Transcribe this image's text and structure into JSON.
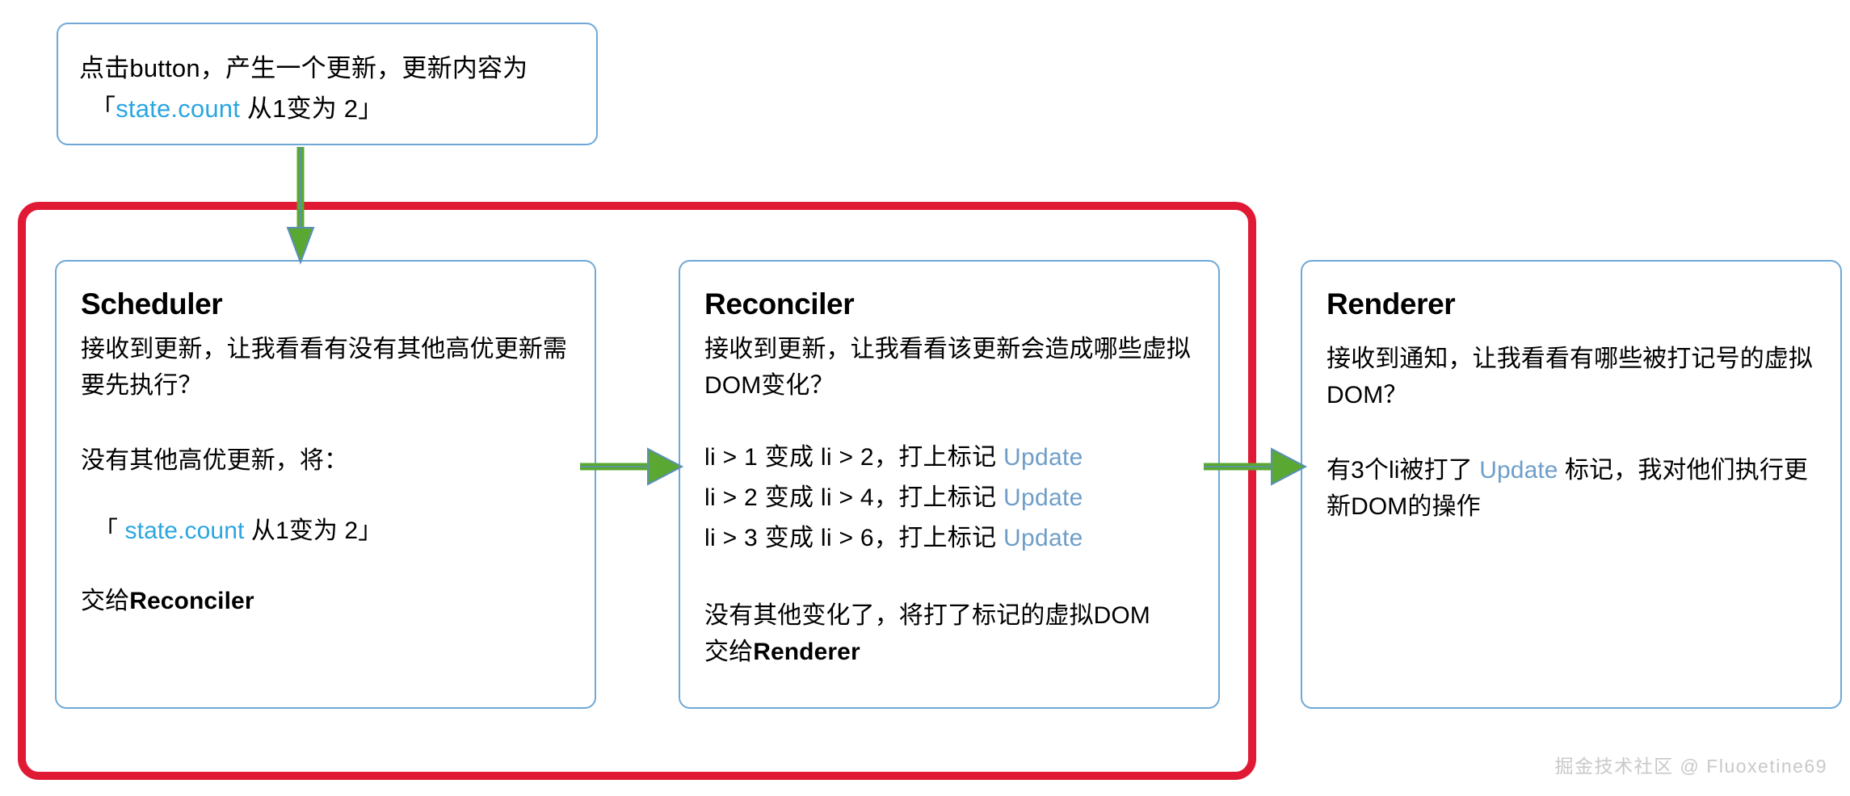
{
  "colors": {
    "card_border": "#6fa8d6",
    "group_border": "#e01934",
    "arrow_fill": "#5aa832",
    "arrow_stroke": "#5b8fb9",
    "code_highlight": "#2ba6e0",
    "update_highlight": "#6e9ec9",
    "watermark": "#c9c9c9"
  },
  "trigger": {
    "line1": "点击button，产生一个更新，更新内容为",
    "line2_open": "「",
    "line2_code": "state.count",
    "line2_rest": " 从1变为 2」"
  },
  "stages": [
    {
      "id": "scheduler",
      "title": "Scheduler",
      "para1": "接收到更新，让我看看有没有其他高优更新需要先执行？",
      "para2": "没有其他高优更新，将：",
      "quote_open": "「 ",
      "quote_code": "state.count",
      "quote_rest": " 从1变为 2」",
      "handoff_prefix": "交给",
      "handoff_target": "Reconciler"
    },
    {
      "id": "reconciler",
      "title": "Reconciler",
      "para1": "接收到更新，让我看看该更新会造成哪些虚拟DOM变化？",
      "diffs": [
        {
          "from": "li > 1",
          "verb": " 变成 ",
          "to": "li > 2",
          "mark": "，打上标记 ",
          "tag": "Update"
        },
        {
          "from": "li > 2",
          "verb": " 变成 ",
          "to": "li > 4",
          "mark": "，打上标记 ",
          "tag": "Update"
        },
        {
          "from": "li > 3",
          "verb": " 变成 ",
          "to": "li > 6",
          "mark": "，打上标记 ",
          "tag": "Update"
        }
      ],
      "footer_line1": "没有其他变化了，将打了标记的虚拟DOM",
      "handoff_prefix": "交给",
      "handoff_target": "Renderer"
    },
    {
      "id": "renderer",
      "title": "Renderer",
      "para1": "接收到通知，让我看看有哪些被打记号的虚拟DOM？",
      "para2_before": "有3个li被打了 ",
      "para2_tag": "Update",
      "para2_after": " 标记，我对他们执行更新DOM的操作"
    }
  ],
  "arrows": {
    "down": "arrow-down-icon",
    "right_1": "arrow-right-icon",
    "right_2": "arrow-right-icon"
  },
  "watermark": "掘金技术社区 @ Fluoxetine69"
}
